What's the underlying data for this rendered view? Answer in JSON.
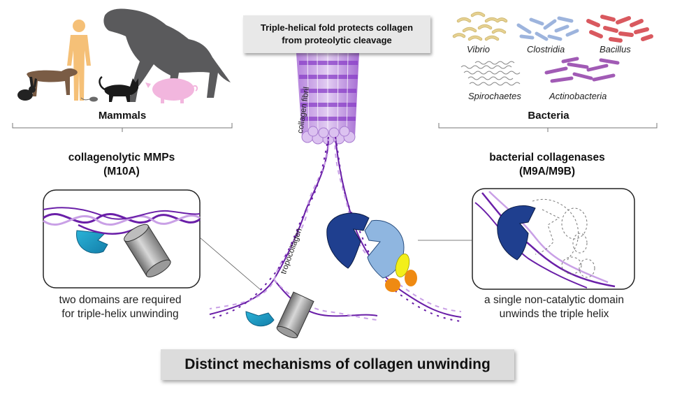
{
  "top_box": {
    "line1": "Triple-helical fold protects collagen",
    "line2": "from proteolytic cleavage"
  },
  "labels": {
    "collagen_fibril": "collagen fibril",
    "tropocollagen": "tropocollagen"
  },
  "mammals": {
    "group": "Mammals",
    "family_line1": "collagenolytic MMPs",
    "family_line2": "(M10A)",
    "caption_line1": "two domains are required",
    "caption_line2": "for triple-helix unwinding"
  },
  "bacteria": {
    "group": "Bacteria",
    "family_line1": "bacterial collagenases",
    "family_line2": "(M9A/M9B)",
    "caption_line1": "a single non-catalytic domain",
    "caption_line2": "unwinds the triple helix",
    "species": [
      "Vibrio",
      "Clostridia",
      "Bacillus",
      "Spirochaetes",
      "Actinobacteria"
    ]
  },
  "bottom_box": {
    "text": "Distinct mechanisms of collagen unwinding"
  },
  "colors": {
    "helix_dark": "#6a1fa8",
    "helix_light": "#c9a0e6",
    "fibril": "#c9a0e6",
    "catalytic_domain": "#1b93c2",
    "hemopexin_domain": "#a9a9a9",
    "bacterial_dark": "#1f3f8f",
    "bacterial_light": "#8fb6e0",
    "yellow_domain": "#f3ef1a",
    "orange_domain": "#ef8a12",
    "vibrio": "#e6d191",
    "clostridia": "#9db4dd",
    "bacillus": "#d9595f",
    "spirochaetes": "#8a8a8a",
    "actinobacteria": "#a15bb5",
    "mammal_human": "#f5c077",
    "mammal_horse": "#5a5a5c",
    "mammal_dog": "#7a5c45",
    "mammal_pig": "#f2b6de"
  },
  "icons": [
    "rabbit-icon",
    "dog-icon",
    "human-icon",
    "mouse-icon",
    "cat-icon",
    "horse-icon",
    "pig-icon"
  ]
}
